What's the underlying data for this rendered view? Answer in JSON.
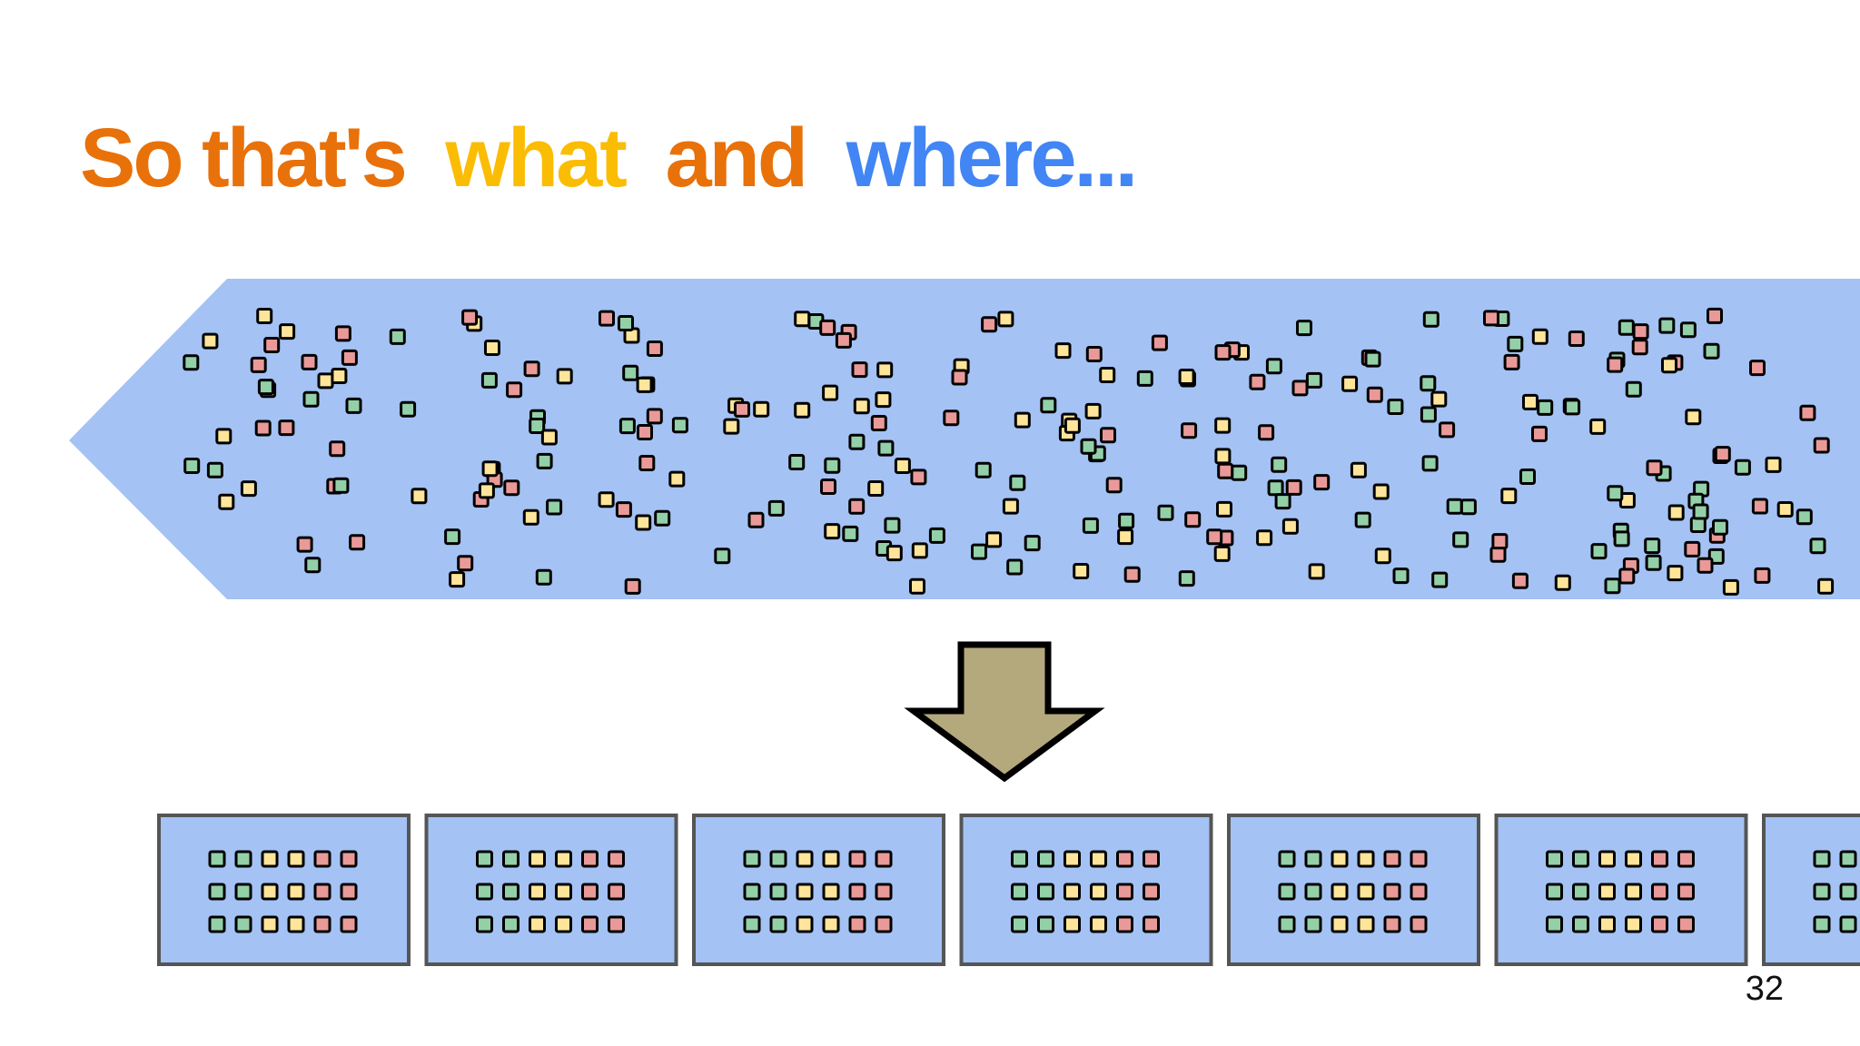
{
  "slide": {
    "title_parts": [
      {
        "text": "So that's",
        "color": "#e8710a"
      },
      {
        "text": "what",
        "color": "#fbbc04"
      },
      {
        "text": "and",
        "color": "#e8710a"
      },
      {
        "text": "where...",
        "color": "#4285f4"
      }
    ],
    "page_number": "32"
  },
  "colors": {
    "band": "#a4c2f4",
    "item_pink": "#ea9999",
    "item_yellow": "#ffe599",
    "item_green": "#93d0a8",
    "arrow": "#b4a97c",
    "outline": "#000000"
  },
  "diagram": {
    "stream_item_count": 260,
    "box_count": 7,
    "box_grid": {
      "rows": 3,
      "row_colors": [
        [
          "green",
          "green",
          "yellow",
          "yellow",
          "pink",
          "pink"
        ],
        [
          "green",
          "green",
          "yellow",
          "yellow",
          "pink",
          "pink"
        ],
        [
          "green",
          "green",
          "yellow",
          "yellow",
          "pink",
          "pink"
        ]
      ]
    }
  }
}
